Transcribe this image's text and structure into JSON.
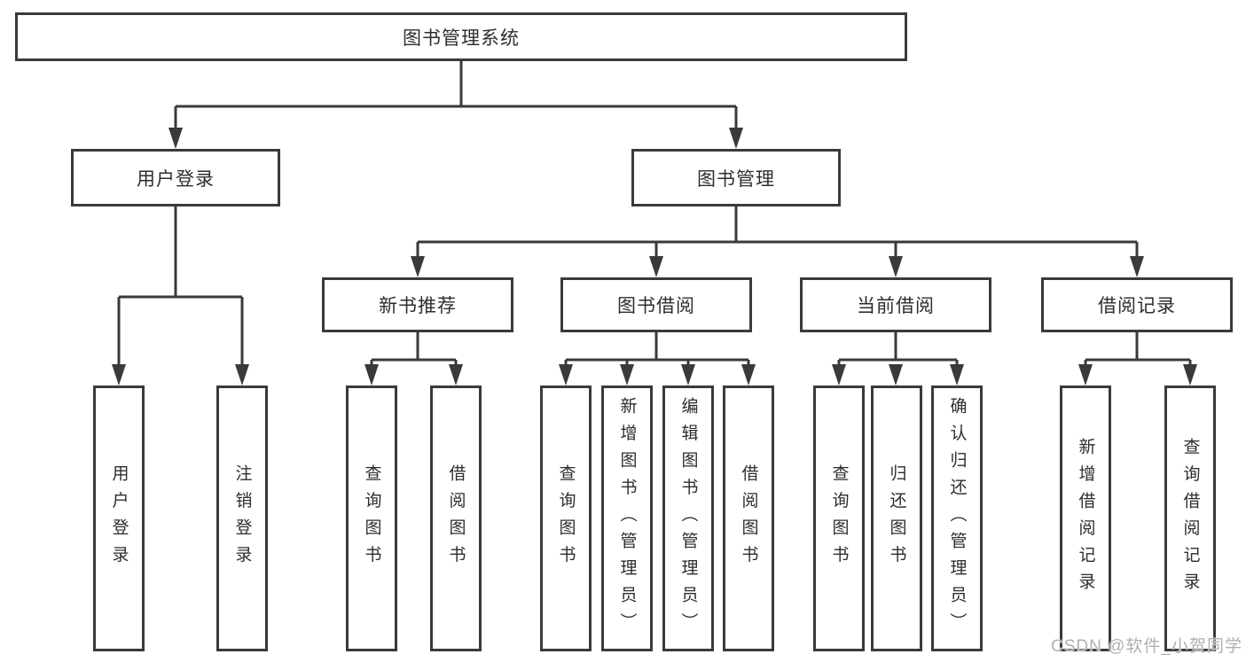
{
  "tree": {
    "label": "图书管理系统",
    "children": [
      {
        "label": "用户登录",
        "children": [
          {
            "label": "用户登录"
          },
          {
            "label": "注销登录"
          }
        ]
      },
      {
        "label": "图书管理",
        "children": [
          {
            "label": "新书推荐",
            "children": [
              {
                "label": "查询图书"
              },
              {
                "label": "借阅图书"
              }
            ]
          },
          {
            "label": "图书借阅",
            "children": [
              {
                "label": "查询图书"
              },
              {
                "label": "新增图书（管理员）"
              },
              {
                "label": "编辑图书（管理员）"
              },
              {
                "label": "借阅图书"
              }
            ]
          },
          {
            "label": "当前借阅",
            "children": [
              {
                "label": "查询图书"
              },
              {
                "label": "归还图书"
              },
              {
                "label": "确认归还（管理员）"
              }
            ]
          },
          {
            "label": "借阅记录",
            "children": [
              {
                "label": "新增借阅记录"
              },
              {
                "label": "查询借阅记录"
              }
            ]
          }
        ]
      }
    ]
  },
  "watermark": {
    "text": "CSDN @软件_小贺同学"
  },
  "colors": {
    "line": "#3a3a3a",
    "box_border": "#3a3a3a",
    "box_fill": "#ffffff",
    "text": "#2d2d2d",
    "watermark_text": "#b0b0b0",
    "background": "#ffffff"
  }
}
